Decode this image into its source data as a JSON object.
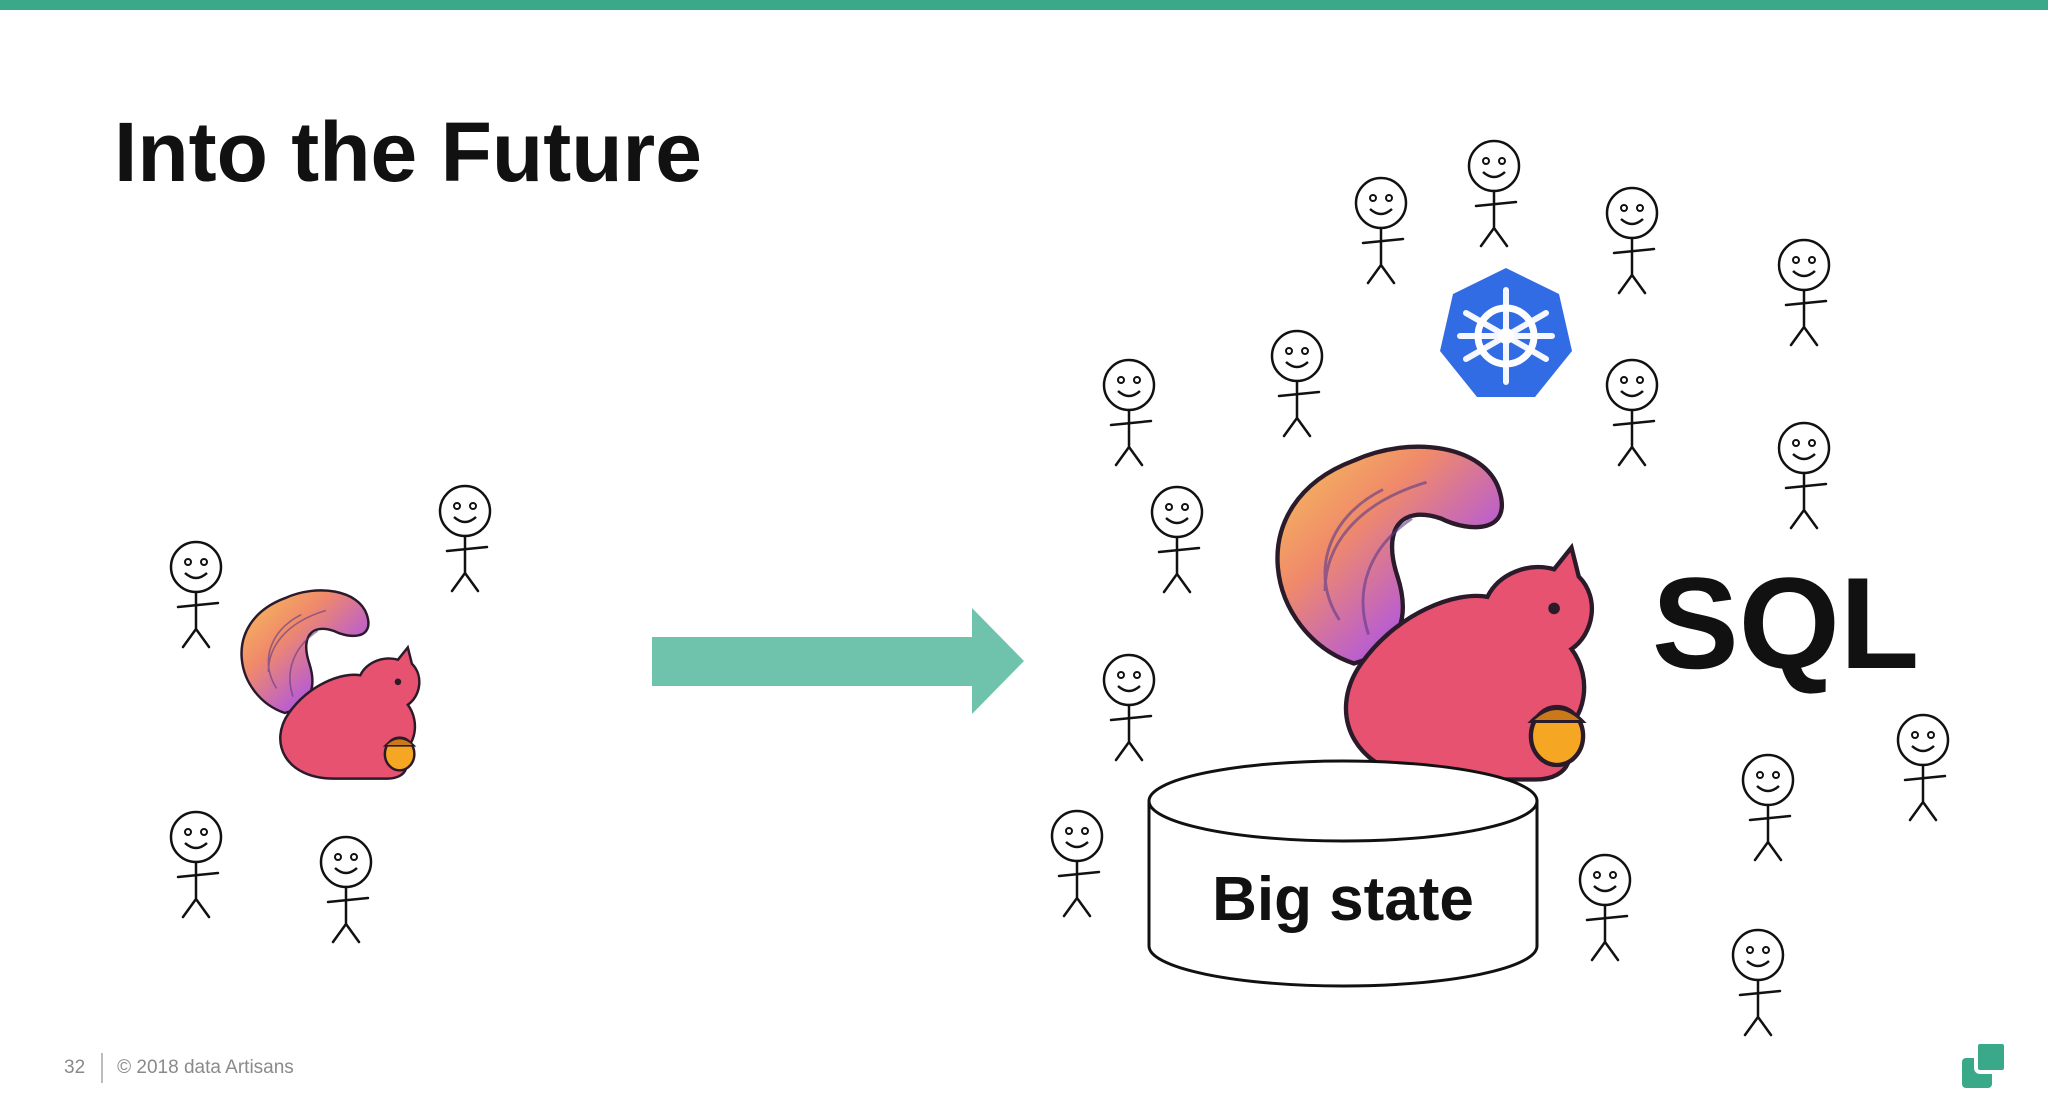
{
  "slide": {
    "title": "Into the Future",
    "page_number": "32",
    "copyright": "© 2018 data Artisans"
  },
  "diagram": {
    "storage_label": "Big state",
    "sql_label": "SQL"
  },
  "colors": {
    "accent": "#3aa98a",
    "arrow": "#6fc2ab",
    "kubernetes": "#326ce5",
    "squirrel_body": "#e6526f",
    "squirrel_acorn": "#f5a623"
  },
  "icons": [
    "stick-figure-icon",
    "flink-squirrel-icon",
    "kubernetes-icon",
    "arrow-right-icon",
    "database-icon",
    "logo-icon"
  ]
}
